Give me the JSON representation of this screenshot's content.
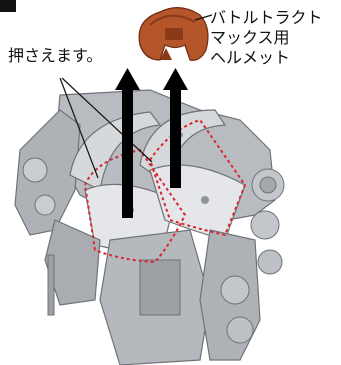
{
  "diagram": {
    "callouts": {
      "press_here": "押さえます。",
      "helmet_line1": "バトルトラクト",
      "helmet_line2": "マックス用",
      "helmet_line3": "ヘルメット"
    },
    "colors": {
      "helmet": "#b5552a",
      "helmet_shadow": "#8a3a19",
      "machine_body": "#c9ccd0",
      "machine_dark": "#8f9399",
      "machine_light": "#e4e6e9",
      "arrow": "#000000",
      "press_marker": "#d8262e"
    },
    "icons": [
      "helmet-illustration",
      "robot-torso-illustration",
      "up-arrow",
      "press-area-marker"
    ]
  }
}
